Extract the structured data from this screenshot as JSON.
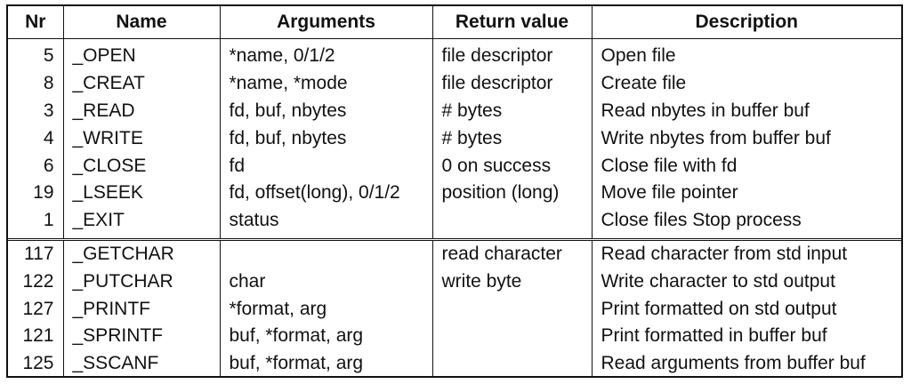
{
  "table": {
    "headers": [
      "Nr",
      "Name",
      "Arguments",
      "Return value",
      "Description"
    ],
    "group1": [
      {
        "nr": "5",
        "name": "_OPEN",
        "args": "*name, 0/1/2",
        "ret": "file descriptor",
        "desc": "Open file"
      },
      {
        "nr": "8",
        "name": "_CREAT",
        "args": "*name, *mode",
        "ret": "file descriptor",
        "desc": "Create file"
      },
      {
        "nr": "3",
        "name": "_READ",
        "args": "fd, buf, nbytes",
        "ret": "# bytes",
        "desc": "Read nbytes in buffer buf"
      },
      {
        "nr": "4",
        "name": "_WRITE",
        "args": "fd, buf, nbytes",
        "ret": "# bytes",
        "desc": "Write nbytes from buffer buf"
      },
      {
        "nr": "6",
        "name": "_CLOSE",
        "args": "fd",
        "ret": "0 on success",
        "desc": "Close file with fd"
      },
      {
        "nr": "19",
        "name": "_LSEEK",
        "args": "fd, offset(long), 0/1/2",
        "ret": "position (long)",
        "desc": "Move file pointer"
      },
      {
        "nr": "1",
        "name": "_EXIT",
        "args": "status",
        "ret": "",
        "desc": "Close files Stop process"
      }
    ],
    "group2": [
      {
        "nr": "117",
        "name": "_GETCHAR",
        "args": "",
        "ret": "read character",
        "desc": "Read character from std input"
      },
      {
        "nr": "122",
        "name": "_PUTCHAR",
        "args": "char",
        "ret": "write byte",
        "desc": "Write character to std output"
      },
      {
        "nr": "127",
        "name": "_PRINTF",
        "args": "*format, arg",
        "ret": "",
        "desc": "Print formatted on std output"
      },
      {
        "nr": "121",
        "name": "_SPRINTF",
        "args": "buf, *format, arg",
        "ret": "",
        "desc": "Print formatted in buffer buf"
      },
      {
        "nr": "125",
        "name": "_SSCANF",
        "args": "buf, *format, arg",
        "ret": "",
        "desc": "Read arguments from buffer buf"
      }
    ]
  }
}
